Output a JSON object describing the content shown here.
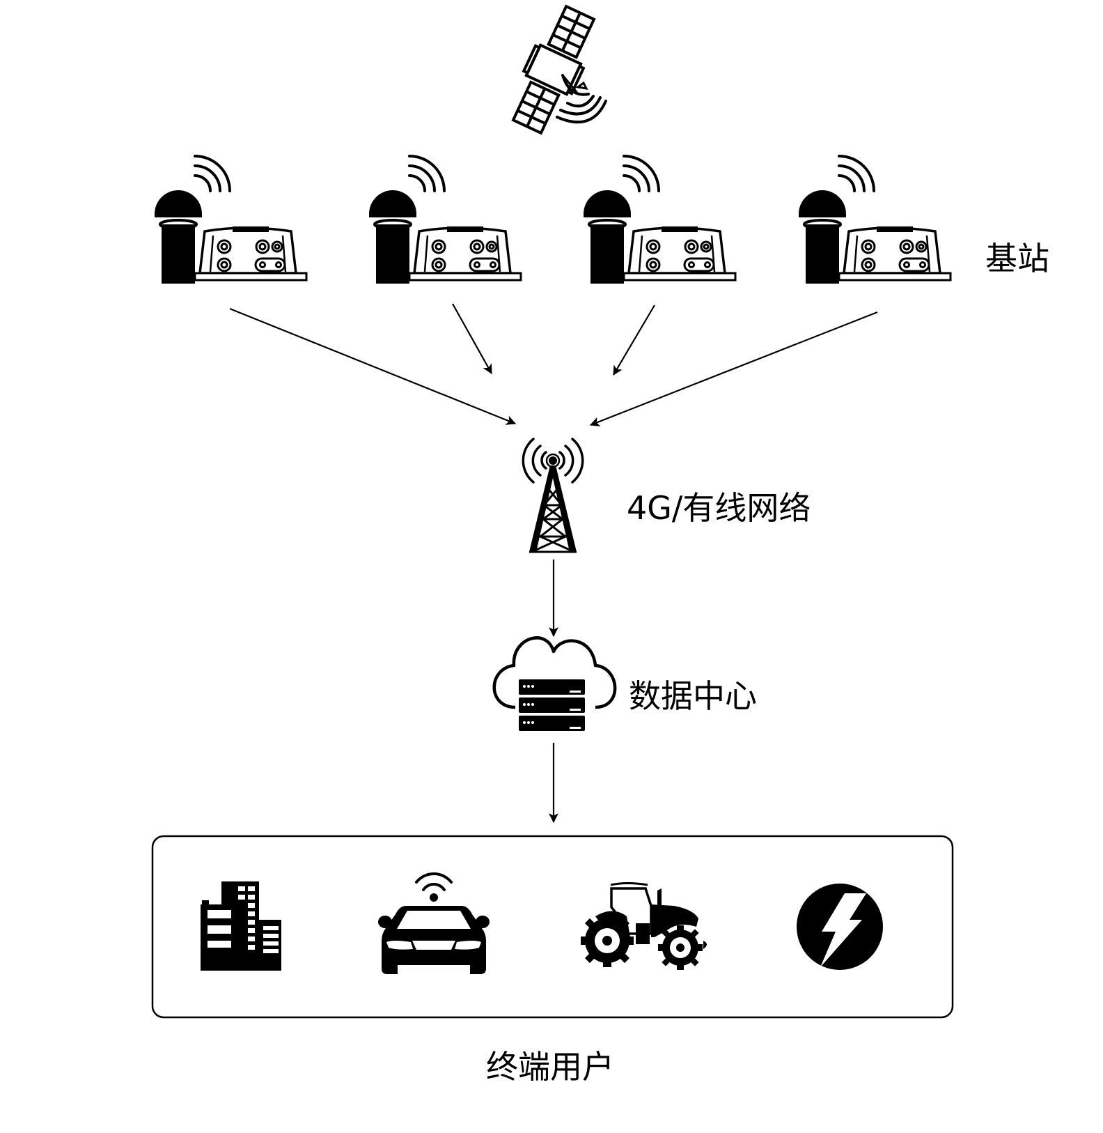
{
  "diagram": {
    "type": "network-architecture",
    "satellite": {
      "icon": "satellite-icon"
    },
    "base_stations": {
      "label": "基站",
      "count": 4,
      "items": [
        {
          "icon": "gnss-base-station-icon"
        },
        {
          "icon": "gnss-base-station-icon"
        },
        {
          "icon": "gnss-base-station-icon"
        },
        {
          "icon": "gnss-base-station-icon"
        }
      ]
    },
    "network": {
      "label": "4G/有线网络",
      "icon": "cell-tower-icon"
    },
    "data_center": {
      "label": "数据中心",
      "icon": "cloud-server-icon"
    },
    "end_users": {
      "label": "终端用户",
      "items": [
        {
          "icon": "buildings-icon"
        },
        {
          "icon": "connected-car-icon"
        },
        {
          "icon": "tractor-icon"
        },
        {
          "icon": "lightning-power-icon"
        }
      ]
    },
    "flow": [
      {
        "from": "base_stations",
        "to": "network"
      },
      {
        "from": "network",
        "to": "data_center"
      },
      {
        "from": "data_center",
        "to": "end_users"
      }
    ],
    "colors": {
      "ink": "#000000",
      "background": "#ffffff"
    }
  }
}
